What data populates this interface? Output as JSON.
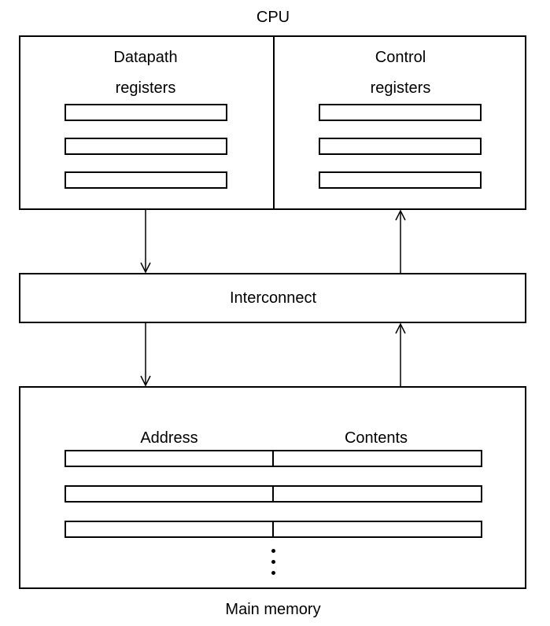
{
  "cpu": {
    "title": "CPU",
    "datapath_label_1": "Datapath",
    "datapath_label_2": "registers",
    "control_label_1": "Control",
    "control_label_2": "registers"
  },
  "interconnect": {
    "label": "Interconnect"
  },
  "memory": {
    "title": "Main memory",
    "address_header": "Address",
    "contents_header": "Contents"
  }
}
